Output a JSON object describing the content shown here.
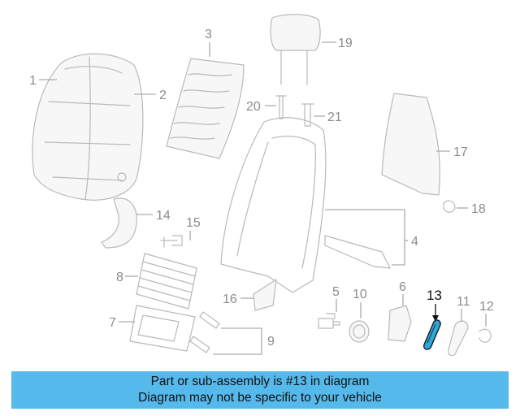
{
  "callouts": {
    "c1": "1",
    "c2": "2",
    "c3": "3",
    "c4": "4",
    "c5": "5",
    "c6": "6",
    "c7": "7",
    "c8": "8",
    "c9": "9",
    "c10": "10",
    "c11": "11",
    "c12": "12",
    "c13": "13",
    "c14": "14",
    "c15": "15",
    "c16": "16",
    "c17": "17",
    "c18": "18",
    "c19": "19",
    "c20": "20",
    "c21": "21"
  },
  "highlight": {
    "part": "13",
    "color": "#2ea8d8"
  },
  "banner": {
    "line1": "Part or sub-assembly is #13 in diagram",
    "line2": "Diagram may not be specific to your vehicle",
    "background": "#55b9ec"
  }
}
